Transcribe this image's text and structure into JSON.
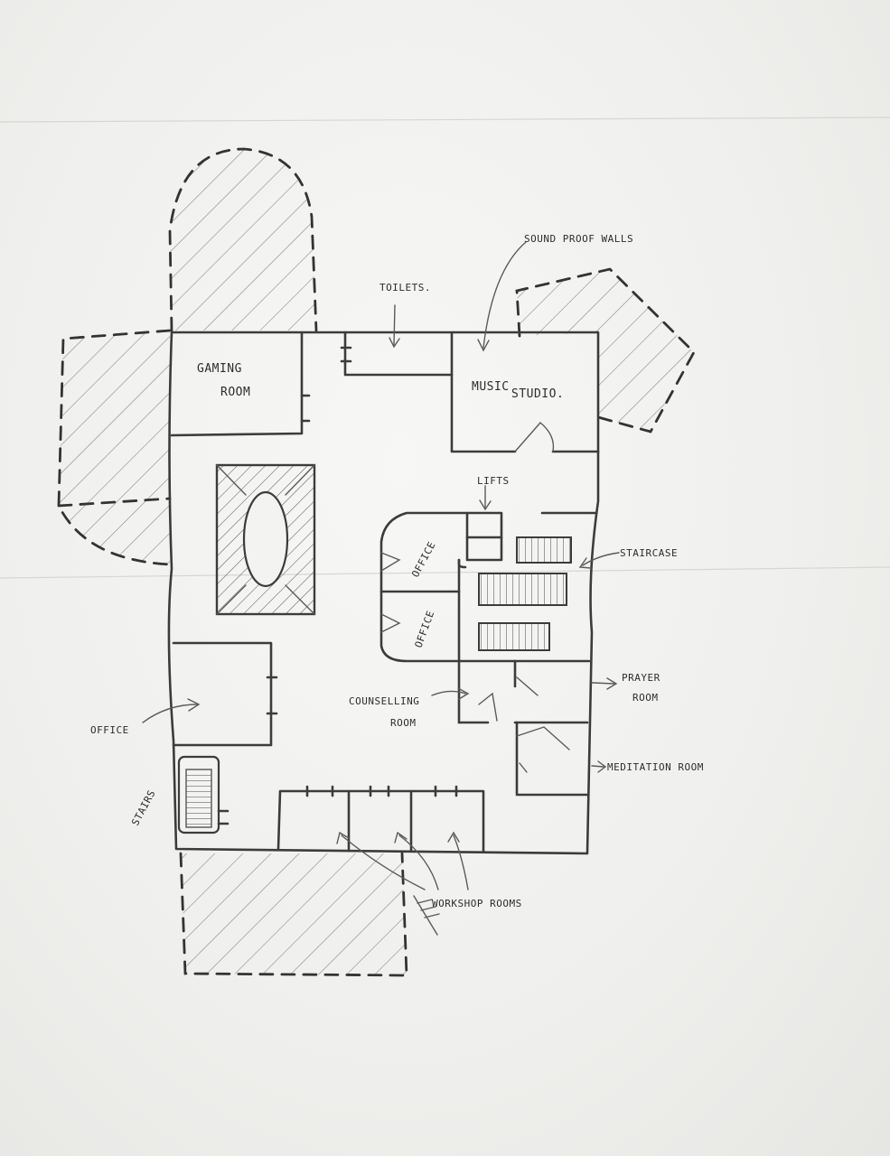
{
  "labels": {
    "gaming_room_1": "GAMING",
    "gaming_room_2": "ROOM",
    "toilets": "TOILETS.",
    "sound_proof_walls": "SOUND PROOF WALLS",
    "music_studio_1": "MUSIC",
    "music_studio_2": "STUDIO.",
    "lifts": "LIFTS",
    "staircase": "STAIRCASE",
    "office_upper": "OFFICE",
    "office_lower": "OFFICE",
    "office_left": "OFFICE",
    "counselling_1": "COUNSELLING",
    "counselling_2": "ROOM",
    "prayer_1": "PRAYER",
    "prayer_2": "ROOM",
    "meditation": "MEDITATION ROOM",
    "stairs": "STAIRS",
    "workshop": "WORKSHOP ROOMS"
  },
  "colors": {
    "ink": "#3c3c3c",
    "paper": "#f4f4f2",
    "hatch": "#8a8a8a"
  }
}
